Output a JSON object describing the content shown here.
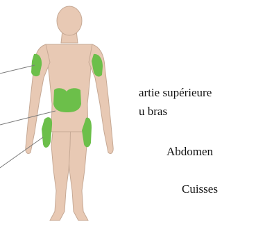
{
  "labels": {
    "upper_arm_line1": "artie supérieure",
    "upper_arm_line2": "u bras",
    "abdomen": "Abdomen",
    "thighs": "Cuisses"
  },
  "colors": {
    "skin": "#e8c9b4",
    "skin_outline": "#c6a995",
    "injection_zone": "#6cbf4a",
    "leader_line": "#7a7a7a",
    "text": "#111111"
  }
}
